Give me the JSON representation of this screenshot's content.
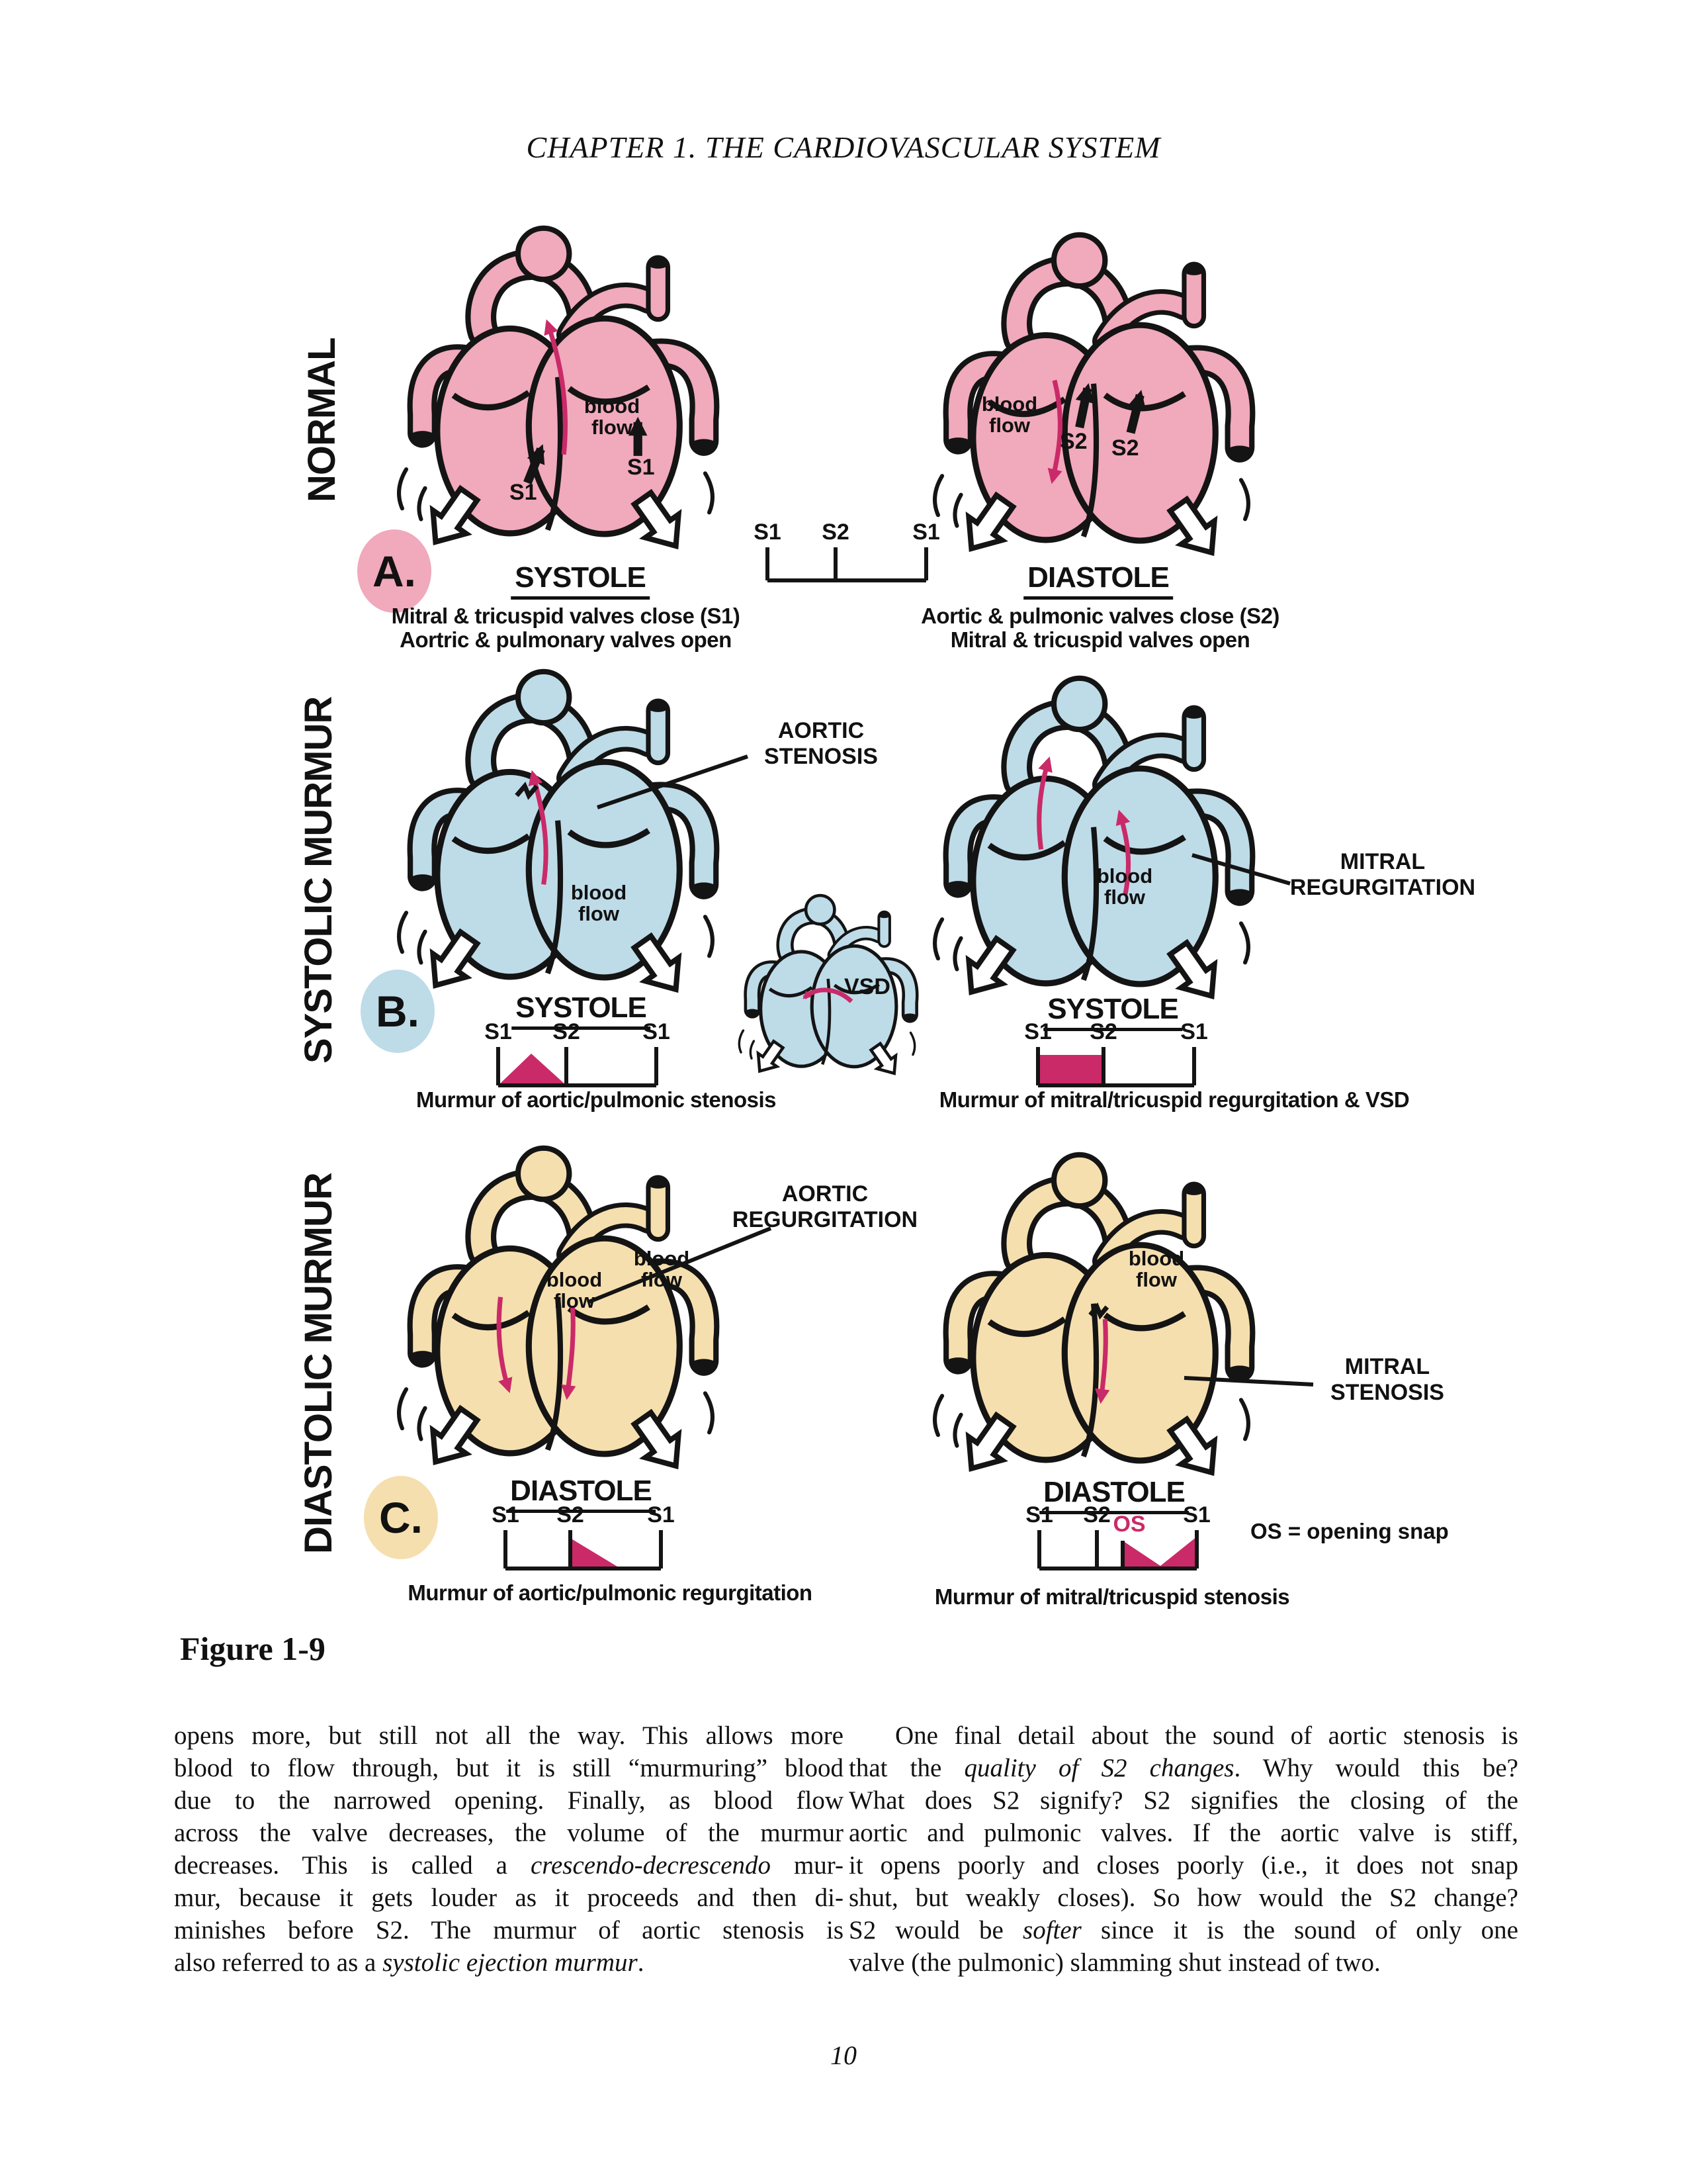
{
  "page": {
    "header": "CHAPTER 1.  THE CARDIOVASCULAR SYSTEM",
    "figure_label": "Figure 1-9",
    "page_number": "10"
  },
  "labels": {
    "s1": "S1",
    "s2": "S2",
    "os": "OS",
    "blood_flow": "blood flow",
    "vsd": "VSD"
  },
  "panelA": {
    "side_label": "NORMAL",
    "letter": "A.",
    "left": {
      "phase": "SYSTOLE",
      "caption1": "Mitral & tricuspid valves close (S1)",
      "caption2": "Aortric & pulmonary valves open"
    },
    "right": {
      "phase": "DIASTOLE",
      "caption1": "Aortic & pulmonic valves close (S2)",
      "caption2": "Mitral & tricuspid valves open"
    }
  },
  "panelB": {
    "side_label": "SYSTOLIC MURMUR",
    "letter": "B.",
    "left": {
      "phase": "SYSTOLE",
      "annotation": "AORTIC STENOSIS",
      "caption": "Murmur of aortic/pulmonic stenosis"
    },
    "right": {
      "phase": "SYSTOLE",
      "annotation": "MITRAL REGURGITATION",
      "caption": "Murmur of mitral/tricuspid regurgitation & VSD"
    },
    "inset_label": "VSD"
  },
  "panelC": {
    "side_label": "DIASTOLIC MURMUR",
    "letter": "C.",
    "left": {
      "phase": "DIASTOLE",
      "annotation": "AORTIC REGURGITATION",
      "caption": "Murmur of aortic/pulmonic regurgitation"
    },
    "right": {
      "phase": "DIASTOLE",
      "annotation": "MITRAL STENOSIS",
      "os_note": "OS = opening snap",
      "caption": "Murmur of mitral/tricuspid stenosis"
    }
  },
  "colors": {
    "pink": "#f1a9bc",
    "blue": "#bedbe8",
    "tan": "#f6dfae",
    "magenta": "#ca2a68",
    "outline": "#141414"
  },
  "body": {
    "left_column": {
      "lines": [
        {
          "seg": [
            {
              "t": "opens more, but still not all the way. This allows more"
            }
          ]
        },
        {
          "seg": [
            {
              "t": "blood to flow through, but it is still “murmuring” blood"
            }
          ]
        },
        {
          "seg": [
            {
              "t": "due to the narrowed opening. Finally, as blood flow"
            }
          ]
        },
        {
          "seg": [
            {
              "t": "across the valve decreases, the volume of the murmur"
            }
          ]
        },
        {
          "seg": [
            {
              "t": "decreases. This is called a "
            },
            {
              "t": "crescendo-decrescendo",
              "i": true
            },
            {
              "t": " mur-"
            }
          ]
        },
        {
          "seg": [
            {
              "t": "mur, because it gets louder as it proceeds and then di-"
            }
          ]
        },
        {
          "seg": [
            {
              "t": "minishes before S2. The murmur of aortic stenosis is"
            }
          ]
        },
        {
          "seg": [
            {
              "t": "also referred to as a "
            },
            {
              "t": "systolic ejection murmur",
              "i": true
            },
            {
              "t": "."
            }
          ],
          "last": true
        }
      ]
    },
    "right_column": {
      "lines": [
        {
          "seg": [
            {
              "t": "One final detail about the sound of aortic stenosis is"
            }
          ],
          "indent": true
        },
        {
          "seg": [
            {
              "t": "that the "
            },
            {
              "t": "quality of S2 changes",
              "i": true
            },
            {
              "t": ". Why would this be?"
            }
          ]
        },
        {
          "seg": [
            {
              "t": "What does S2 signify? S2 signifies the closing of the"
            }
          ]
        },
        {
          "seg": [
            {
              "t": "aortic and pulmonic valves. If the aortic valve is stiff,"
            }
          ]
        },
        {
          "seg": [
            {
              "t": "it opens poorly and closes poorly (i.e., it does not snap"
            }
          ]
        },
        {
          "seg": [
            {
              "t": "shut, but weakly closes). So how would the S2 change?"
            }
          ]
        },
        {
          "seg": [
            {
              "t": "S2 would be "
            },
            {
              "t": "softer",
              "i": true
            },
            {
              "t": " since it is the sound of only one"
            }
          ]
        },
        {
          "seg": [
            {
              "t": "valve (the pulmonic) slamming shut instead of two."
            }
          ],
          "last": true
        }
      ]
    }
  }
}
